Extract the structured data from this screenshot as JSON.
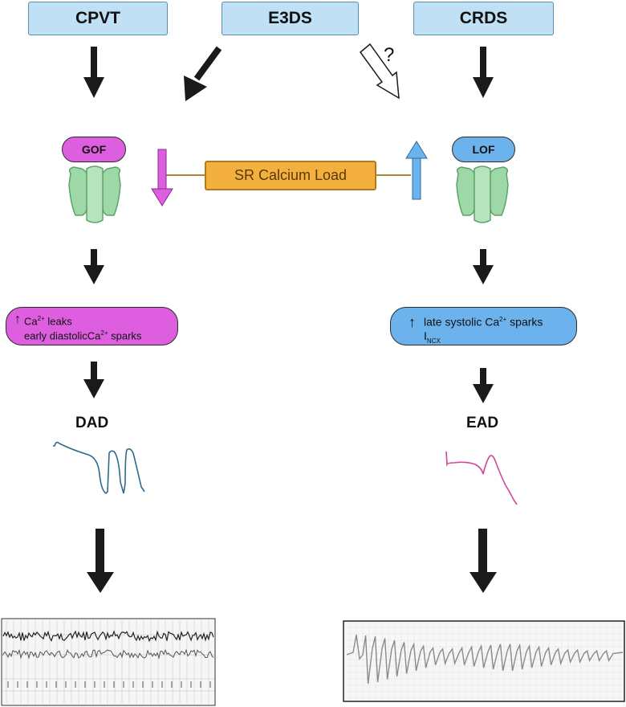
{
  "top": {
    "left": "CPVT",
    "center": "E3DS",
    "right": "CRDS",
    "question": "?"
  },
  "left": {
    "pill": "GOF",
    "mech_line1": "Ca",
    "mech_line2": "early diastolicCa",
    "mech_line1_tail": " leaks",
    "mech_line2_tail": " sparks",
    "ion_sup": "2+",
    "outcome": "DAD"
  },
  "right": {
    "pill": "LOF",
    "mech_line1": "late systolic Ca",
    "mech_line1_tail": " sparks",
    "mech_line2": "I",
    "mech_line2_sub": "NCX",
    "ion_sup": "2+",
    "outcome": "EAD"
  },
  "center": {
    "sr_load": "SR Calcium Load"
  },
  "colors": {
    "blue_box": "#bfe0f5",
    "magenta": "#de5ee0",
    "light_blue": "#6cb2ec",
    "orange": "#f4b03f",
    "dad_trace": "#2c6b8e",
    "ead_trace": "#d0489a",
    "channel_green": "#9fd8a8",
    "arrow": "#1a1a1a"
  },
  "icons": [
    "up-arrow-icon",
    "down-arrow-icon",
    "ryanodine-receptor-icon"
  ]
}
